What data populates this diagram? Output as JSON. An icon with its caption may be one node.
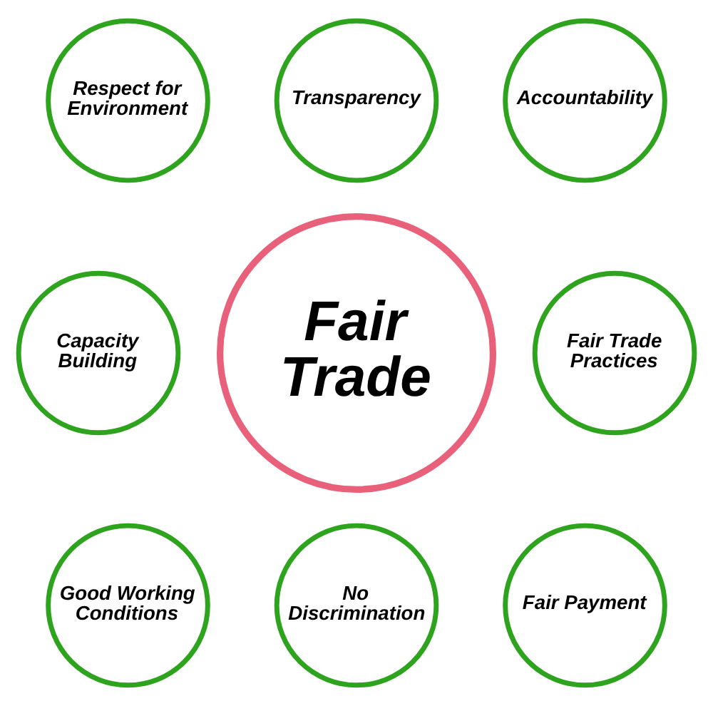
{
  "diagram": {
    "nodes": [
      {
        "text": [
          "Fair Trade"
        ]
      },
      {
        "text": [
          "Transparency"
        ]
      },
      {
        "text": [
          "Accountability"
        ]
      },
      {
        "text": [
          "Fair Trade Practices"
        ]
      },
      {
        "text": [
          "Fair Payment"
        ]
      },
      {
        "text": [
          "No Discrimination"
        ]
      },
      {
        "text": [
          "Good Working Conditions"
        ]
      },
      {
        "text": [
          "Capacity Building"
        ]
      },
      {
        "text": [
          "Respect for Environment"
        ]
      }
    ],
    "edges": []
  }
}
